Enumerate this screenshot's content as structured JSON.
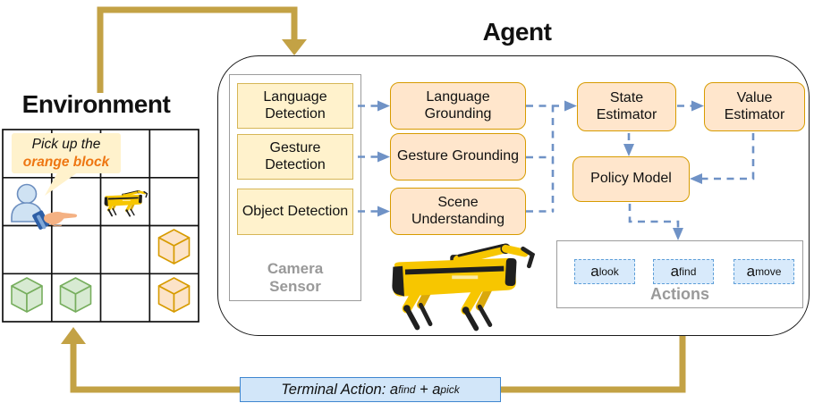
{
  "environment": {
    "title": "Environment",
    "speech_bubble": {
      "line1": "Pick up the",
      "line2": "orange block"
    },
    "grid": {
      "rows": 4,
      "cols": 4,
      "objects": [
        {
          "item": "human",
          "row": 2,
          "col": 1
        },
        {
          "item": "robot",
          "row": 2,
          "col": 3
        },
        {
          "item": "orange-block",
          "row": 3,
          "col": 4
        },
        {
          "item": "green-block",
          "row": 4,
          "col": 1
        },
        {
          "item": "green-block",
          "row": 4,
          "col": 2
        },
        {
          "item": "orange-block",
          "row": 4,
          "col": 4
        }
      ]
    }
  },
  "agent": {
    "title": "Agent",
    "camera_sensor": {
      "label": "Camera Sensor",
      "modules": [
        "Language Detection",
        "Gesture Detection",
        "Object Detection"
      ]
    },
    "grounding_modules": [
      "Language Grounding",
      "Gesture Grounding",
      "Scene Understanding"
    ],
    "state_estimator": "State Estimator",
    "value_estimator": "Value Estimator",
    "policy_model": "Policy Model",
    "actions": {
      "label": "Actions",
      "items": [
        {
          "base": "a",
          "sup": "look"
        },
        {
          "base": "a",
          "sup": "find"
        },
        {
          "base": "a",
          "sup": "move"
        }
      ]
    }
  },
  "terminal_action": {
    "prefix": "Terminal Action: a",
    "sup1": "find",
    "mid": " + a",
    "sup2": "pick"
  },
  "colors": {
    "gold": "#C3A245",
    "dash-blue": "#6F92C6",
    "yellow-fill": "#FFF2CC",
    "yellow-border": "#D6B656",
    "orange-fill": "#FFE6CC",
    "orange-border": "#D79B00",
    "chip-fill": "#D8EAFB",
    "chip-border": "#5E9FD8",
    "terminal-fill": "#D2E6F9",
    "terminal-border": "#3E86D0",
    "muted-label": "#999999",
    "orange-text": "#EE7612",
    "green-fill": "#D7EAD2",
    "green-border": "#77AE5E"
  }
}
